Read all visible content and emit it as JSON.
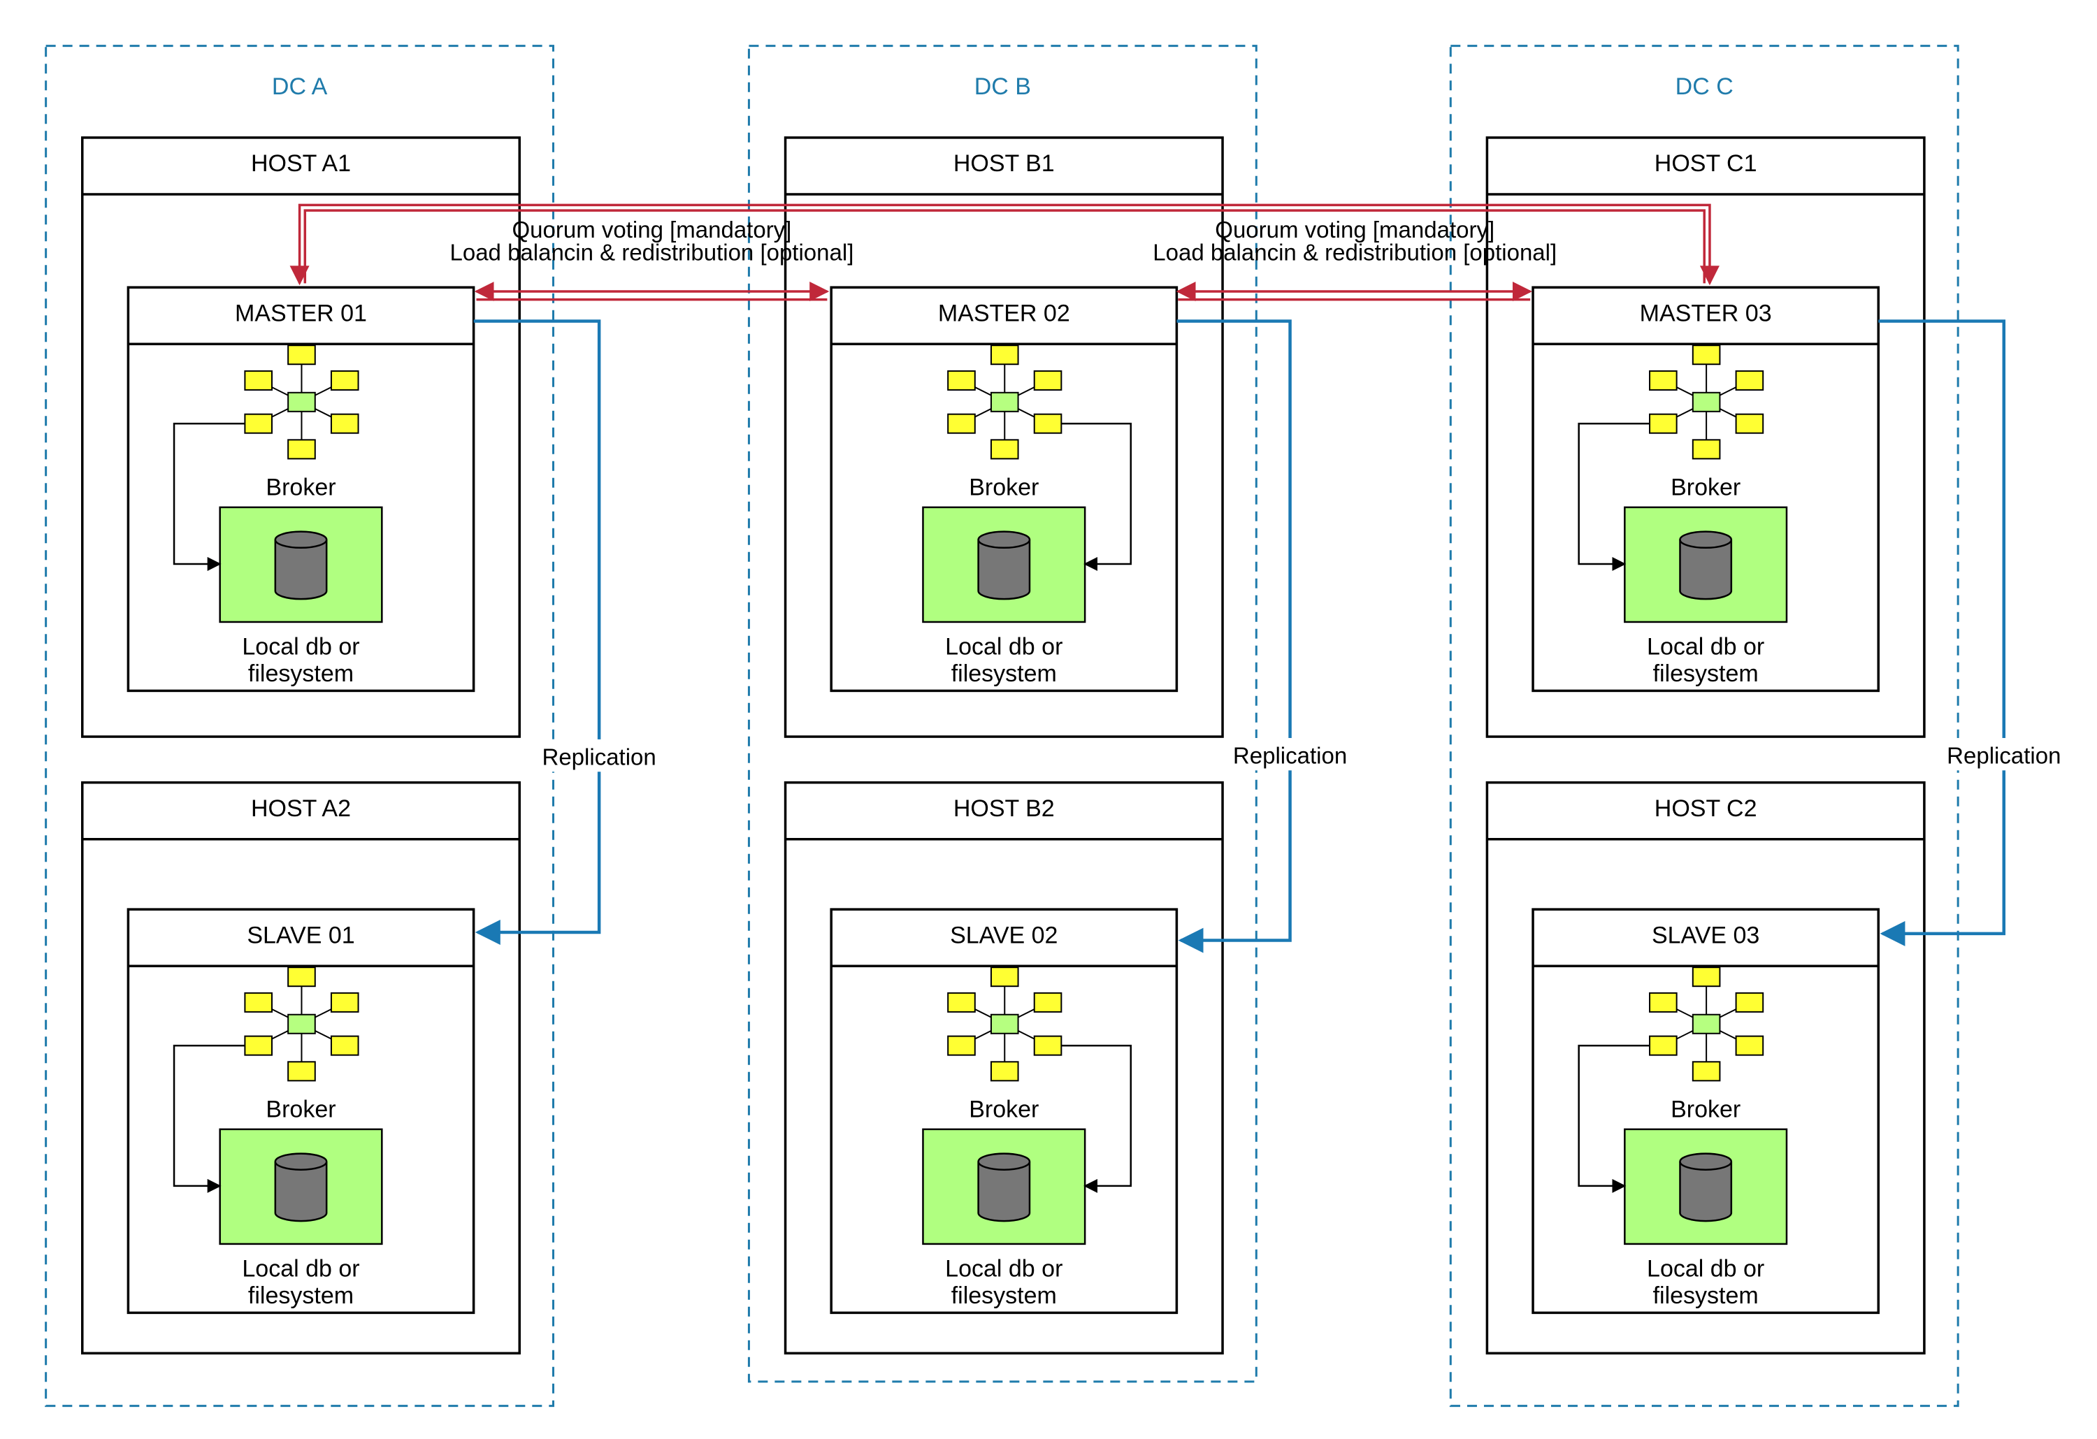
{
  "colors": {
    "dc_border": "#1f7bab",
    "quorum_line": "#c0283a",
    "replication_line": "#1a79b4",
    "broker_hub": "#b6ff80",
    "broker_node": "#ffff33",
    "storage_fill": "#b0ff80",
    "cylinder_fill": "#777777"
  },
  "icons": {
    "broker": "star-topology-icon",
    "storage": "database-cylinder-icon"
  },
  "datacenters": [
    {
      "label": "DC A",
      "hosts": [
        {
          "label": "HOST A1",
          "node": {
            "label": "MASTER 01",
            "broker": "Broker",
            "storage_line1": "Local db or",
            "storage_line2": "filesystem"
          }
        },
        {
          "label": "HOST A2",
          "node": {
            "label": "SLAVE 01",
            "broker": "Broker",
            "storage_line1": "Local db or",
            "storage_line2": "filesystem"
          }
        }
      ],
      "replication_label": "Replication"
    },
    {
      "label": "DC B",
      "hosts": [
        {
          "label": "HOST B1",
          "node": {
            "label": "MASTER 02",
            "broker": "Broker",
            "storage_line1": "Local db or",
            "storage_line2": "filesystem"
          }
        },
        {
          "label": "HOST B2",
          "node": {
            "label": "SLAVE 02",
            "broker": "Broker",
            "storage_line1": "Local db or",
            "storage_line2": "filesystem"
          }
        }
      ],
      "replication_label": "Replication"
    },
    {
      "label": "DC C",
      "hosts": [
        {
          "label": "HOST C1",
          "node": {
            "label": "MASTER 03",
            "broker": "Broker",
            "storage_line1": "Local db or",
            "storage_line2": "filesystem"
          }
        },
        {
          "label": "HOST C2",
          "node": {
            "label": "SLAVE 03",
            "broker": "Broker",
            "storage_line1": "Local db or",
            "storage_line2": "filesystem"
          }
        }
      ],
      "replication_label": "Replication"
    }
  ],
  "quorum_links": [
    {
      "line1": "Quorum voting [mandatory]",
      "line2": "Load balancin & redistribution [optional]"
    },
    {
      "line1": "Quorum voting [mandatory]",
      "line2": "Load balancin & redistribution [optional]"
    }
  ]
}
